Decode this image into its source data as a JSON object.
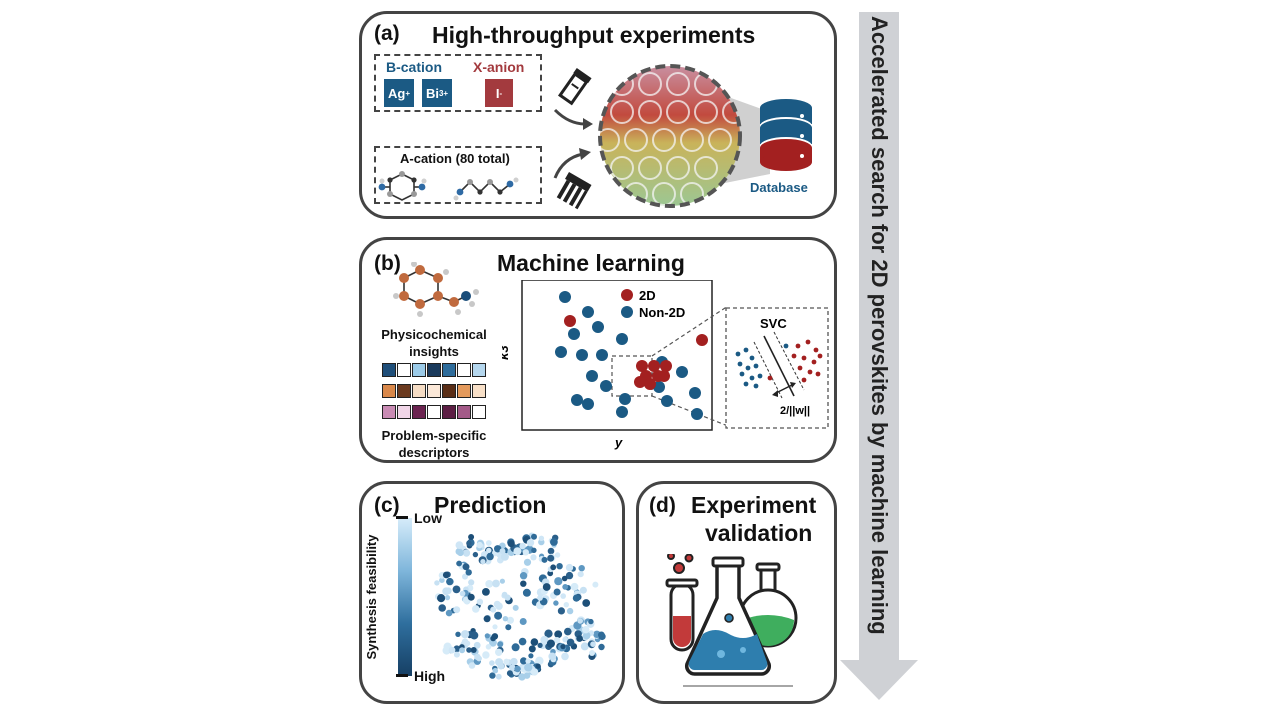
{
  "side_arrow": {
    "text": "Accelerated search for 2D perovskites by machine learning"
  },
  "panel_a": {
    "label": "(a)",
    "title": "High-throughput experiments",
    "b_cation": {
      "label": "B-cation",
      "ions": [
        "Ag",
        "Bi"
      ],
      "charges": [
        "+",
        "3+"
      ]
    },
    "x_anion": {
      "label": "X-anion",
      "ion": "I",
      "charge": "-"
    },
    "a_cation": {
      "label": "A-cation (80 total)"
    },
    "database": {
      "label": "Database"
    },
    "colors": {
      "b_cation": "#1b5a84",
      "x_anion": "#a33a3e"
    }
  },
  "panel_b": {
    "label": "(b)",
    "title": "Machine learning",
    "insights_label": "Physicochemical insights",
    "descriptors_label": "Problem-specific descriptors",
    "descriptor_rows": [
      [
        "#1f4f7a",
        "#ffffff",
        "#9ccbe8",
        "#1a3a5c",
        "#2f6d9c",
        "#ffffff",
        "#b5d7ee"
      ],
      [
        "#d9884a",
        "#6b3a1f",
        "#f5dcc4",
        "#fbe8d8",
        "#5a2e17",
        "#e49a5c",
        "#f8e0c8"
      ],
      [
        "#c98bb4",
        "#f1d6e8",
        "#6b2350",
        "#ffffff",
        "#5c1e44",
        "#a35a88",
        "#ffffff"
      ]
    ],
    "scatter": {
      "xlabel": "y",
      "ylabel": "κ3",
      "legend": [
        {
          "name": "2D",
          "color": "#a32020"
        },
        {
          "name": "Non-2D",
          "color": "#1b5a84"
        }
      ]
    },
    "svc": {
      "title": "SVC",
      "margin_label": "2/||w||"
    }
  },
  "panel_c": {
    "label": "(c)",
    "title": "Prediction",
    "colorbar": {
      "top": "Low",
      "bottom": "High",
      "axis_label": "Synthesis feasibility"
    }
  },
  "panel_d": {
    "label": "(d)",
    "title_line1": "Experiment",
    "title_line2": "validation"
  }
}
